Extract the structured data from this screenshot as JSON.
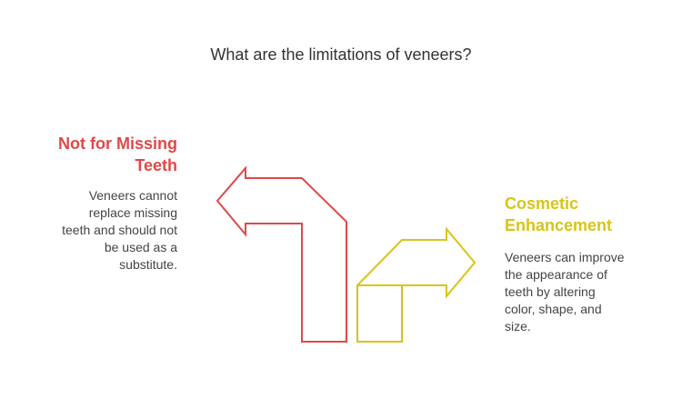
{
  "title": "What are the limitations of veneers?",
  "colors": {
    "left": "#e04848",
    "right": "#d8c417",
    "text": "#444444"
  },
  "items": [
    {
      "heading_line1": "Not for Missing",
      "heading_line2": "Teeth",
      "desc_lines": [
        "Veneers cannot",
        "replace missing",
        "teeth and should not",
        "be used as a",
        "substitute."
      ],
      "arrow": "arrow-left-icon"
    },
    {
      "heading_line1": "Cosmetic",
      "heading_line2": "Enhancement",
      "desc_lines": [
        "Veneers can improve",
        "the appearance of",
        "teeth by altering",
        "color, shape, and",
        "size."
      ],
      "arrow": "arrow-right-icon"
    }
  ]
}
